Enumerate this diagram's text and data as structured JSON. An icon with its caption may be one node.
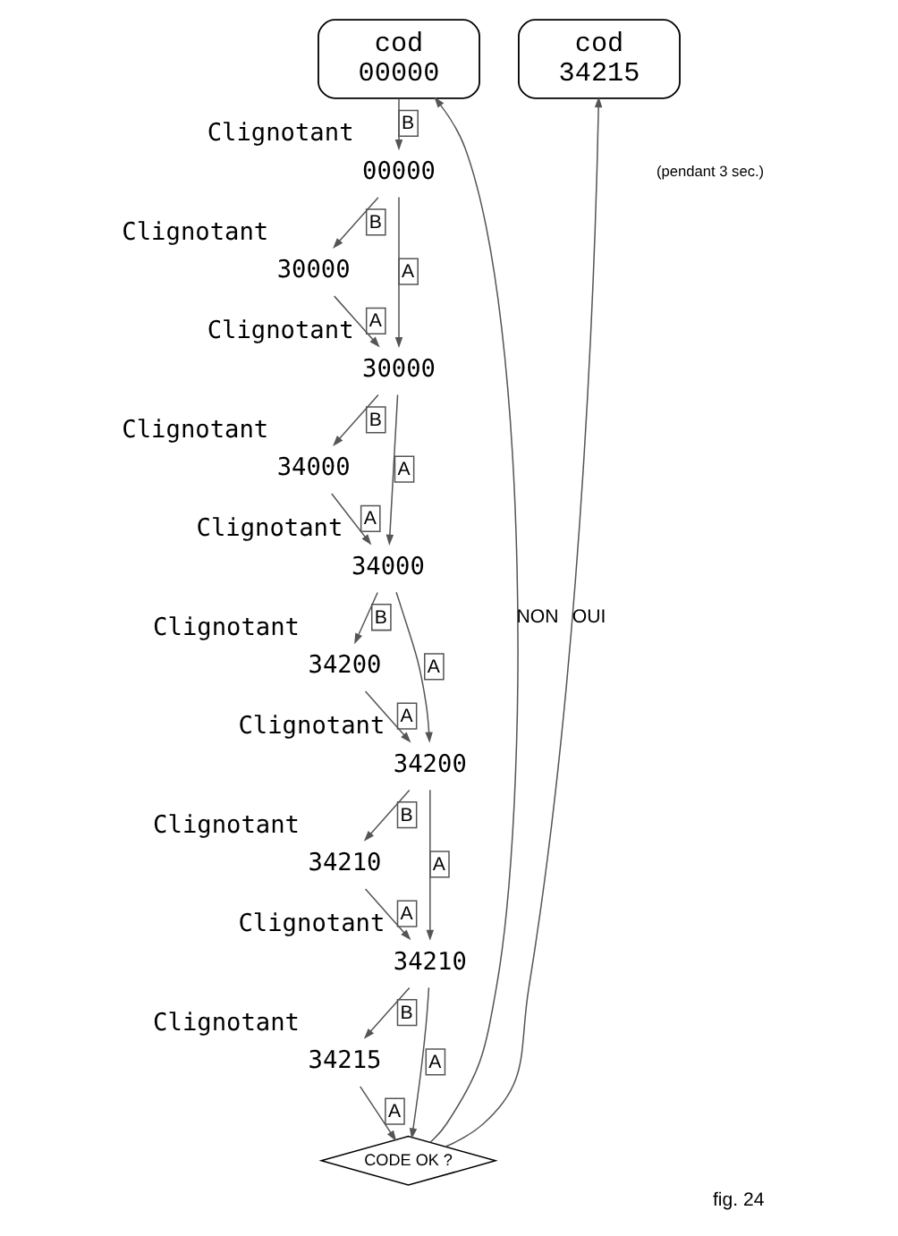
{
  "diagram": {
    "caption": "fig. 24",
    "nodes": [
      {
        "text": [
          "cod",
          "00000"
        ]
      },
      {
        "text": [
          "cod",
          "34215"
        ]
      },
      {
        "text": [
          "00000"
        ],
        "beside": [
          "Clignotant"
        ]
      },
      {
        "text": [
          "30000"
        ],
        "beside": [
          "Clignotant"
        ]
      },
      {
        "text": [
          "30000"
        ],
        "beside": [
          "Clignotant"
        ]
      },
      {
        "text": [
          "34000"
        ],
        "beside": [
          "Clignotant"
        ]
      },
      {
        "text": [
          "34000"
        ],
        "beside": [
          "Clignotant"
        ]
      },
      {
        "text": [
          "34200"
        ],
        "beside": [
          "Clignotant"
        ]
      },
      {
        "text": [
          "34200"
        ],
        "beside": [
          "Clignotant"
        ]
      },
      {
        "text": [
          "34210"
        ],
        "beside": [
          "Clignotant"
        ]
      },
      {
        "text": [
          "34210"
        ],
        "beside": [
          "Clignotant"
        ]
      },
      {
        "text": [
          "34215"
        ],
        "beside": [
          "Clignotant"
        ]
      },
      {
        "text": [
          "CODE OK ?"
        ]
      }
    ],
    "edges": [
      {
        "from": 0,
        "to": 2,
        "arrow": "to",
        "label": "B"
      },
      {
        "from": 2,
        "to": 3,
        "arrow": "to",
        "label": "B"
      },
      {
        "from": 2,
        "to": 4,
        "arrow": "to",
        "label": "A"
      },
      {
        "from": 3,
        "to": 4,
        "arrow": "to",
        "label": "A"
      },
      {
        "from": 4,
        "to": 5,
        "arrow": "to",
        "label": "B"
      },
      {
        "from": 4,
        "to": 6,
        "arrow": "to",
        "label": "A"
      },
      {
        "from": 5,
        "to": 6,
        "arrow": "to",
        "label": "A"
      },
      {
        "from": 6,
        "to": 7,
        "arrow": "to",
        "label": "B"
      },
      {
        "from": 6,
        "to": 8,
        "arrow": "to",
        "label": "A"
      },
      {
        "from": 7,
        "to": 8,
        "arrow": "to",
        "label": "A"
      },
      {
        "from": 8,
        "to": 9,
        "arrow": "to",
        "label": "B"
      },
      {
        "from": 8,
        "to": 10,
        "arrow": "to",
        "label": "A"
      },
      {
        "from": 9,
        "to": 10,
        "arrow": "to",
        "label": "A"
      },
      {
        "from": 10,
        "to": 11,
        "arrow": "to",
        "label": "B"
      },
      {
        "from": 10,
        "to": 12,
        "arrow": "to",
        "label": "A"
      },
      {
        "from": 11,
        "to": 12,
        "arrow": "to",
        "label": "A"
      },
      {
        "from": 12,
        "to": 0,
        "arrow": "to",
        "label": "NON"
      },
      {
        "from": 12,
        "to": 1,
        "arrow": "to",
        "label": "OUI"
      }
    ],
    "labels": [
      "(pendant 3 sec.)"
    ]
  }
}
